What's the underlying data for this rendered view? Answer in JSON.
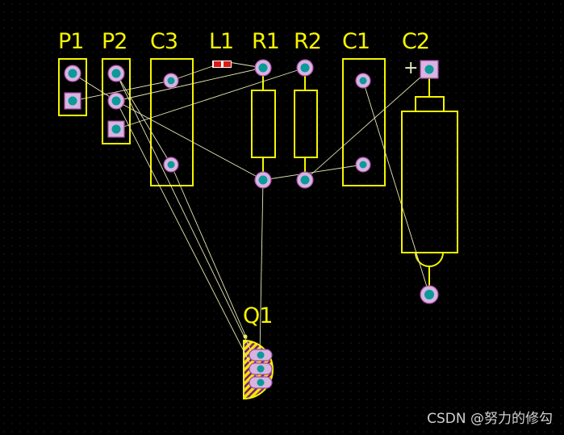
{
  "app": {
    "view": "PCB layout",
    "colors": {
      "background": "#000000",
      "grid": "#3a3a3a",
      "silkscreen": "#f5f500",
      "pad_ring": "#d8b4e0",
      "pad_hole": "#0a9a9a",
      "ratsnest": "#e6e6b4",
      "smd_pad": "#e01818"
    }
  },
  "components": {
    "p1": "P1",
    "p2": "P2",
    "c3": "C3",
    "l1": "L1",
    "r1": "R1",
    "r2": "R2",
    "c1": "C1",
    "c2": "C2",
    "q1": "Q1"
  },
  "c2_polarity": "+",
  "watermark": "CSDN @努力的修勾"
}
